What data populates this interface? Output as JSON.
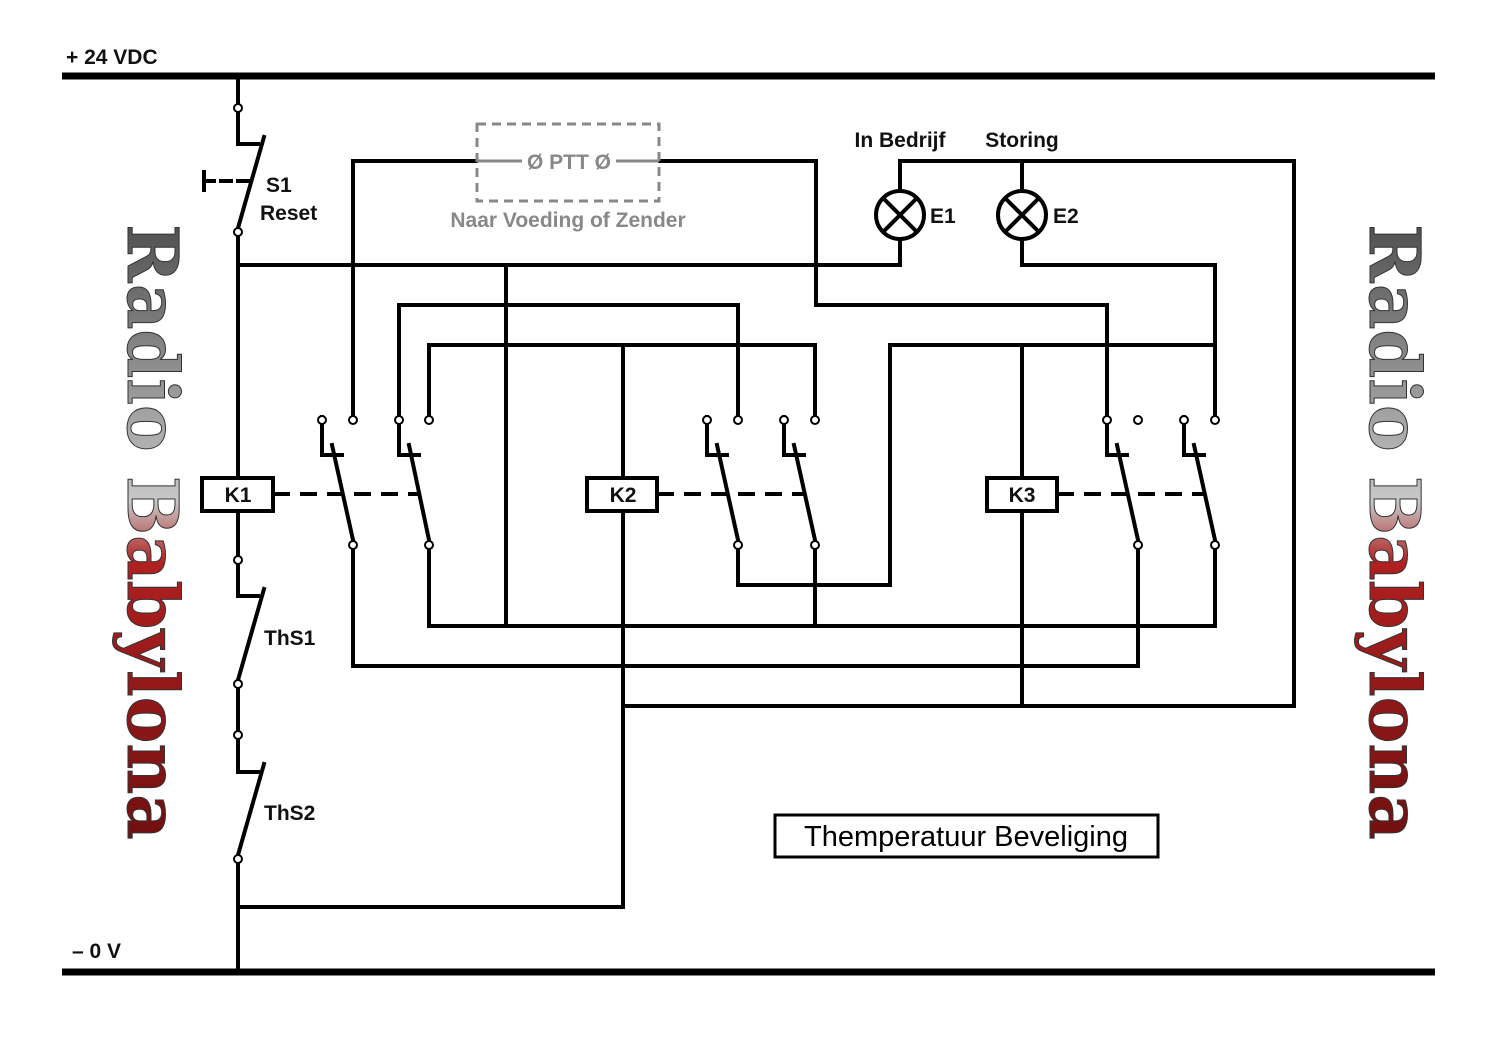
{
  "rails": {
    "plus": "+ 24 VDC",
    "minus": "– 0 V"
  },
  "switches": {
    "s1_name": "S1",
    "s1_label": "Reset",
    "ths1": "ThS1",
    "ths2": "ThS2"
  },
  "relays": {
    "k1": "K1",
    "k2": "K2",
    "k3": "K3"
  },
  "ptt": {
    "label": "Ø PTT Ø",
    "note": "Naar Voeding of Zender"
  },
  "lamps": {
    "e1_caption": "In Bedrijf",
    "e2_caption": "Storing",
    "e1": "E1",
    "e2": "E2"
  },
  "title": "Themperatuur Beveliging",
  "watermark": "Radio Babylona",
  "colors": {
    "wire": "#000000",
    "ptt_grey": "#888888",
    "watermark_red": "#a01818",
    "watermark_grey": "#808080"
  }
}
